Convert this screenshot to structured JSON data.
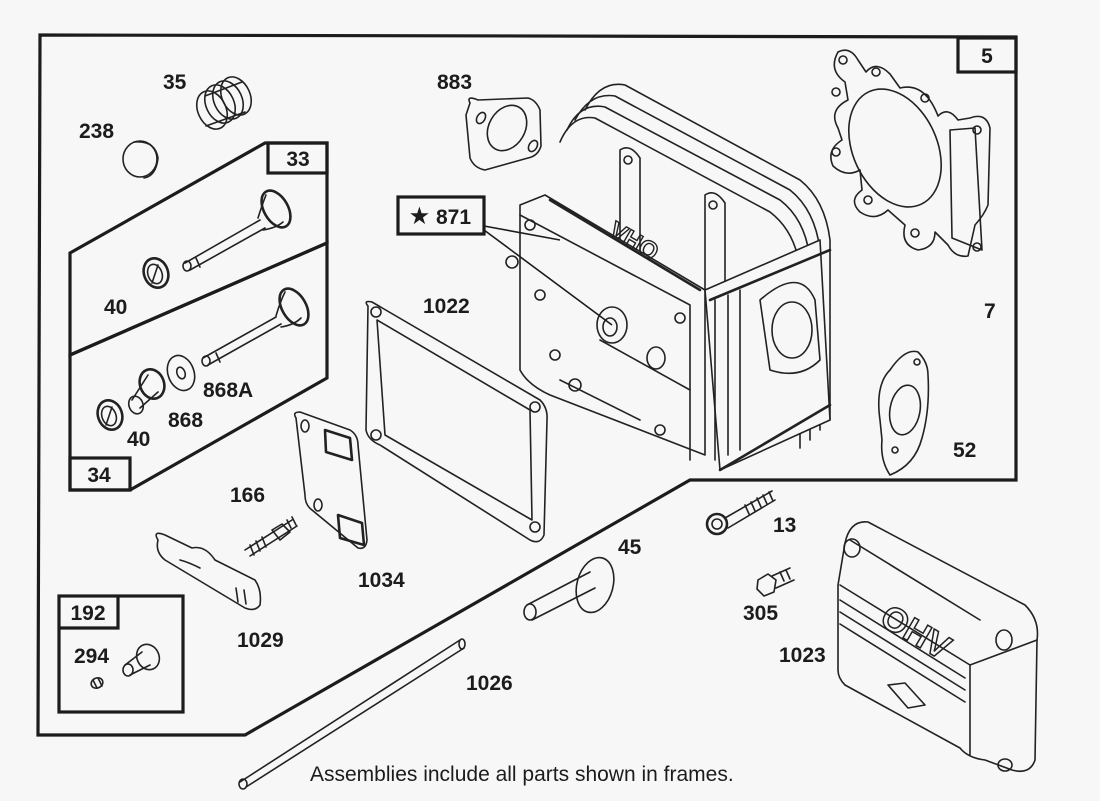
{
  "diagram": {
    "type": "exploded-parts-diagram",
    "subject": "OHV engine cylinder head assembly",
    "footnote": "Assemblies include all parts shown in frames.",
    "frames": [
      {
        "id": "5",
        "label": "5",
        "contains": [
          "7",
          "52",
          "883",
          "871",
          "1022",
          "cylinder-head"
        ]
      },
      {
        "id": "33",
        "label": "33",
        "contains": [
          "intake-valve",
          "40"
        ]
      },
      {
        "id": "34",
        "label": "34",
        "contains": [
          "exhaust-valve",
          "40",
          "868",
          "868A"
        ]
      },
      {
        "id": "192",
        "label": "192",
        "contains": [
          "294"
        ]
      }
    ],
    "callouts": {
      "c35": "35",
      "c238": "238",
      "c883": "883",
      "c871": "871",
      "c871_marker": "★",
      "c7": "7",
      "c52": "52",
      "c40a": "40",
      "c40b": "40",
      "c868": "868",
      "c868a": "868A",
      "c1022": "1022",
      "c166": "166",
      "c1034": "1034",
      "c1029": "1029",
      "c294": "294",
      "c45": "45",
      "c13": "13",
      "c305": "305",
      "c1023": "1023",
      "c1026": "1026"
    },
    "engraved_text": {
      "head_logo": "OHV",
      "cover_logo": "OHV"
    }
  }
}
